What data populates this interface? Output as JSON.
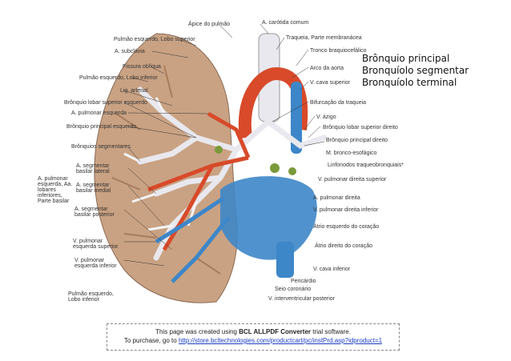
{
  "legend": {
    "items": [
      "Brônquio principal",
      "Bronquíolo segmentar",
      "Bronquíolo terminal"
    ]
  },
  "labels_left": [
    "Ápice do pulmão",
    "Pulmão esquerdo, Lobo superior",
    "A. subclávia",
    "Fissura oblíqua",
    "Pulmão esquerdo, Lobo inferior",
    "Lig. arterial",
    "Brônquio lobar superior esquerdo",
    "A. pulmonar esquerda",
    "Brônquio principal esquerdo",
    "Brônquios segmentares",
    "A. segmentar basilar lateral",
    "A. segmentar basilar medial",
    "A. segmentar basilar posterior",
    "A. pulmonar esquerda, Aa. lobares inferiores, Parte basilar",
    "V. pulmonar esquerda superior",
    "V. pulmonar esquerda inferior",
    "Pulmão esquerdo, Lobo inferior"
  ],
  "labels_right": [
    "A. carótida comum",
    "Traqueia, Parte membranácea",
    "Tronco braquiocefálico",
    "Arco da aorta",
    "V. cava superior",
    "Bifurcação da traqueia",
    "V. ázigo",
    "Brônquio lobar superior direito",
    "Brônquio principal direito",
    "M. bronco-esofágico",
    "Linfonodos traqueobronquiais*",
    "V. pulmonar direita superior",
    "A. pulmonar direita",
    "V. pulmonar direita inferior",
    "Átrio esquerdo do coração",
    "Átrio direito do coração",
    "V. cava inferior",
    "Pericárdio",
    "Seio coronário",
    "V. interventricular posterior"
  ],
  "banner": {
    "line1_prefix": "This page was created using ",
    "line1_bold": "BCL ALLPDF Converter",
    "line1_suffix": " trial software.",
    "line2_prefix": "To purchase, go to ",
    "line2_link": "http://store.bcltechnologies.com/productcart/pc/instPrd.asp?idproduct=1"
  },
  "colors": {
    "lung_tissue": "#c9a283",
    "bronchi": "#e8e8ee",
    "artery": "#d84a2a",
    "vein": "#3d86c8",
    "lymph": "#7a9a3a"
  }
}
